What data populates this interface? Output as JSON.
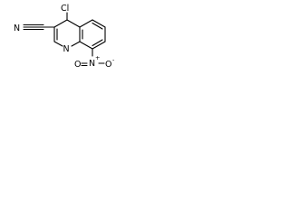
{
  "molecule": {
    "atoms": {
      "chlorine": "Cl",
      "cyano_n": "N",
      "ring_n": "N",
      "nitro_n": "N",
      "nitro_o1": "O",
      "nitro_o2": "O",
      "nitro_n_charge": "+",
      "nitro_o2_charge": "-"
    }
  }
}
